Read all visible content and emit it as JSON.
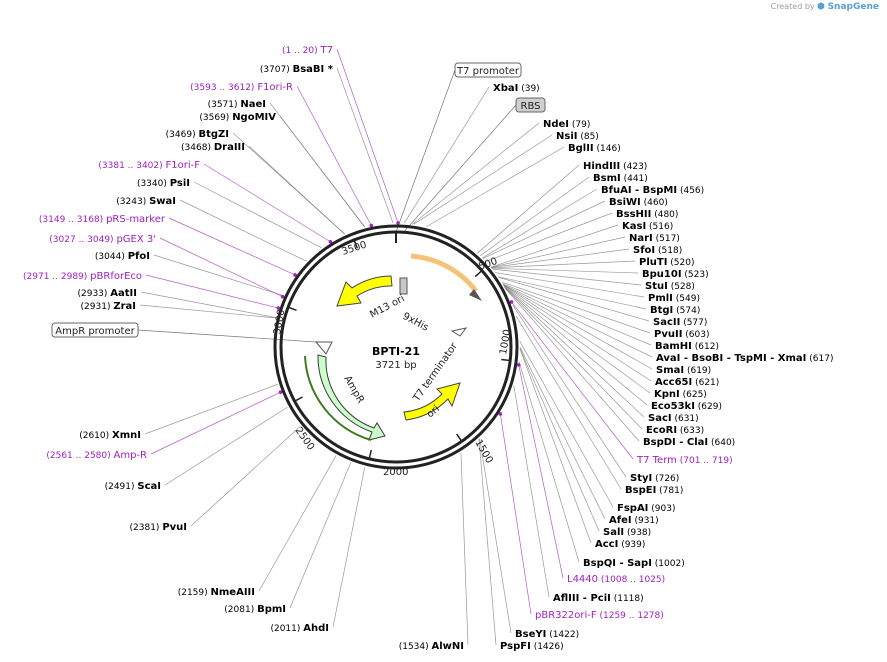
{
  "credit": {
    "prefix": "Created by",
    "brand": "SnapGene"
  },
  "plasmid": {
    "name": "BPTI-21",
    "size": "3721 bp",
    "length": 3721
  },
  "ticks": [
    "500",
    "1000",
    "1500",
    "2000",
    "2500",
    "3000",
    "3500"
  ],
  "features": [
    {
      "name": "M13 ori",
      "kind": "origin",
      "color": "#ffff00"
    },
    {
      "name": "9xHis",
      "kind": "cds",
      "color": "#ffffff"
    },
    {
      "name": "T7 terminator",
      "kind": "terminator",
      "color": "#ffffff"
    },
    {
      "name": "ori",
      "kind": "origin",
      "color": "#ffff00"
    },
    {
      "name": "AmpR",
      "kind": "cds",
      "color": "#ccffcc"
    },
    {
      "name": "AmpR promoter",
      "kind": "promoter",
      "color": "#ffffff"
    }
  ],
  "enzymes": [
    {
      "name": "BsaBI",
      "suffix": "*",
      "pos": "(3707)",
      "color": "#000000"
    },
    {
      "name": "NaeI",
      "pos": "(3571)",
      "color": "#000000"
    },
    {
      "name": "NgoMIV",
      "pos": "(3569)",
      "color": "#000000"
    },
    {
      "name": "BtgZI",
      "pos": "(3469)",
      "color": "#000000"
    },
    {
      "name": "DraIII",
      "pos": "(3468)",
      "color": "#000000"
    },
    {
      "name": "PsiI",
      "pos": "(3340)",
      "color": "#000000"
    },
    {
      "name": "SwaI",
      "pos": "(3243)",
      "color": "#000000"
    },
    {
      "name": "PfoI",
      "pos": "(3044)",
      "color": "#000000"
    },
    {
      "name": "AatII",
      "pos": "(2933)",
      "color": "#000000"
    },
    {
      "name": "ZraI",
      "pos": "(2931)",
      "color": "#000000"
    },
    {
      "name": "XmnI",
      "pos": "(2610)",
      "color": "#000000"
    },
    {
      "name": "ScaI",
      "pos": "(2491)",
      "color": "#000000"
    },
    {
      "name": "PvuI",
      "pos": "(2381)",
      "color": "#000000"
    },
    {
      "name": "NmeAIII",
      "pos": "(2159)",
      "color": "#000000"
    },
    {
      "name": "BpmI",
      "pos": "(2081)",
      "color": "#000000"
    },
    {
      "name": "AhdI",
      "pos": "(2011)",
      "color": "#000000"
    },
    {
      "name": "AlwNI",
      "pos": "(1534)",
      "color": "#000000"
    },
    {
      "name": "PspFI",
      "pos": "(1426)",
      "color": "#000000"
    },
    {
      "name": "BseYI",
      "pos": "(1422)",
      "color": "#000000"
    },
    {
      "name": "AflIII",
      "extra": "- PciI",
      "pos": "(1118)",
      "color": "#000000"
    },
    {
      "name": "BspQI",
      "extra": "- SapI",
      "pos": "(1002)",
      "color": "#000000"
    },
    {
      "name": "AccI",
      "pos": "(939)",
      "color": "#000000"
    },
    {
      "name": "SalI",
      "pos": "(938)",
      "color": "#000000"
    },
    {
      "name": "AfeI",
      "pos": "(931)",
      "color": "#000000"
    },
    {
      "name": "FspAI",
      "pos": "(903)",
      "color": "#000000"
    },
    {
      "name": "BspEI",
      "pos": "(781)",
      "color": "#000000"
    },
    {
      "name": "StyI",
      "pos": "(726)",
      "color": "#000000"
    },
    {
      "name": "BspDI",
      "extra": "- ClaI",
      "pos": "(640)",
      "color": "#000000"
    },
    {
      "name": "EcoRI",
      "pos": "(633)",
      "color": "#000000"
    },
    {
      "name": "SacI",
      "pos": "(631)",
      "color": "#000000"
    },
    {
      "name": "Eco53kI",
      "pos": "(629)",
      "color": "#000000"
    },
    {
      "name": "KpnI",
      "pos": "(625)",
      "color": "#000000"
    },
    {
      "name": "Acc65I",
      "pos": "(621)",
      "color": "#000000"
    },
    {
      "name": "SmaI",
      "pos": "(619)",
      "color": "#000000"
    },
    {
      "name": "AvaI",
      "extra": "- BsoBI - TspMI - XmaI",
      "pos": "(617)",
      "color": "#000000"
    },
    {
      "name": "BamHI",
      "pos": "(612)",
      "color": "#000000"
    },
    {
      "name": "PvuII",
      "pos": "(603)",
      "color": "#000000"
    },
    {
      "name": "SacII",
      "pos": "(577)",
      "color": "#000000"
    },
    {
      "name": "BtgI",
      "pos": "(574)",
      "color": "#000000"
    },
    {
      "name": "PmlI",
      "pos": "(549)",
      "color": "#000000"
    },
    {
      "name": "StuI",
      "pos": "(528)",
      "color": "#000000"
    },
    {
      "name": "Bpu10I",
      "pos": "(523)",
      "color": "#000000"
    },
    {
      "name": "PluTI",
      "pos": "(520)",
      "color": "#000000"
    },
    {
      "name": "SfoI",
      "pos": "(518)",
      "color": "#000000"
    },
    {
      "name": "NarI",
      "pos": "(517)",
      "color": "#000000"
    },
    {
      "name": "KasI",
      "pos": "(516)",
      "color": "#000000"
    },
    {
      "name": "BssHII",
      "pos": "(480)",
      "color": "#000000"
    },
    {
      "name": "BsiWI",
      "pos": "(460)",
      "color": "#000000"
    },
    {
      "name": "BfuAI",
      "extra": "- BspMI",
      "pos": "(456)",
      "color": "#000000"
    },
    {
      "name": "BsmI",
      "pos": "(441)",
      "color": "#000000"
    },
    {
      "name": "HindIII",
      "pos": "(423)",
      "color": "#000000"
    },
    {
      "name": "BglII",
      "pos": "(146)",
      "color": "#000000"
    },
    {
      "name": "NsiI",
      "pos": "(85)",
      "color": "#000000"
    },
    {
      "name": "NdeI",
      "pos": "(79)",
      "color": "#000000"
    },
    {
      "name": "XbaI",
      "pos": "(39)",
      "color": "#000000"
    }
  ],
  "primers": [
    {
      "name": "T7",
      "range": "(1 .. 20)",
      "color": "#a020c0"
    },
    {
      "name": "F1ori-R",
      "range": "(3593 .. 3612)",
      "color": "#a020c0"
    },
    {
      "name": "F1ori-F",
      "range": "(3381 .. 3402)",
      "color": "#a020c0"
    },
    {
      "name": "pRS-marker",
      "range": "(3149 .. 3168)",
      "color": "#a020c0"
    },
    {
      "name": "pGEX 3'",
      "range": "(3027 .. 3049)",
      "color": "#a020c0"
    },
    {
      "name": "pBRforEco",
      "range": "(2971 .. 2989)",
      "color": "#a020c0"
    },
    {
      "name": "Amp-R",
      "range": "(2561 .. 2580)",
      "color": "#a020c0"
    },
    {
      "name": "T7 Term",
      "range": "(701 .. 719)",
      "color": "#a020c0"
    },
    {
      "name": "L4440",
      "range": "(1008 .. 1025)",
      "color": "#a020c0"
    },
    {
      "name": "pBR322ori-F",
      "range": "(1259 .. 1278)",
      "color": "#a020c0"
    }
  ],
  "boxed": [
    {
      "name": "T7 promoter"
    },
    {
      "name": "RBS"
    },
    {
      "name": "AmpR promoter"
    }
  ]
}
